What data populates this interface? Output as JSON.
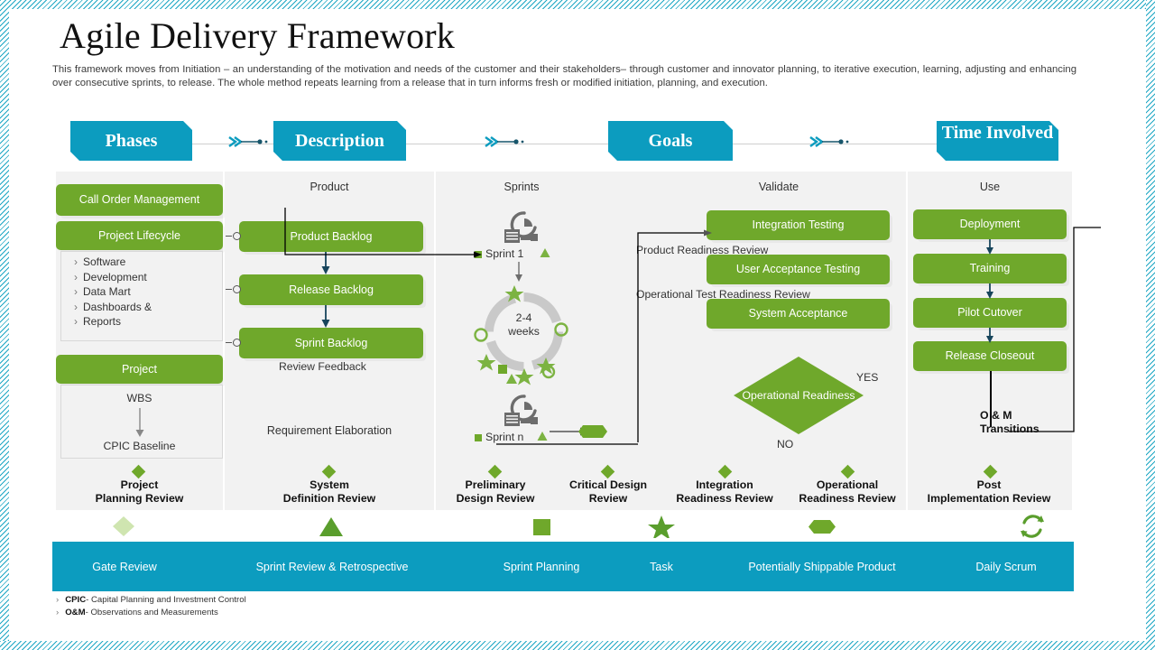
{
  "title": "Agile Delivery Framework",
  "subtitle": "This framework moves from Initiation – an understanding of the motivation and needs of the customer and their stakeholders– through customer and innovator planning, to iterative execution, learning, adjusting and enhancing over consecutive sprints, to release. The whole method repeats learning from a release that in turn informs fresh or modified initiation, planning, and execution.",
  "colors": {
    "teal": "#0c9cbf",
    "green": "#6fa82b",
    "panel": "#f2f2f2",
    "arrow_navy": "#17455c"
  },
  "banners": [
    {
      "label": "Phases"
    },
    {
      "label": "Description"
    },
    {
      "label": "Goals"
    },
    {
      "label": "Time Involved"
    }
  ],
  "columns": {
    "phases": {
      "boxes": [
        {
          "label": "Call Order Management"
        },
        {
          "label": "Project Lifecycle"
        },
        {
          "label": "Project"
        }
      ],
      "bullets": [
        "Software",
        "Development",
        "Data Mart",
        "Dashboards &",
        "Reports"
      ],
      "wbs": "WBS",
      "cpic_baseline": "CPIC Baseline",
      "review": "Project\nPlanning Review"
    },
    "description": {
      "head": "Product",
      "boxes": [
        {
          "label": "Product Backlog"
        },
        {
          "label": "Release Backlog"
        },
        {
          "label": "Sprint Backlog"
        }
      ],
      "feedback_label": "Review Feedback",
      "requirement_label": "Requirement Elaboration",
      "review": "System\nDefinition Review"
    },
    "goals": {
      "sprints_head": "Sprints",
      "validate_head": "Validate",
      "sprint_1": "Sprint 1",
      "sprint_n": "Sprint n",
      "cycle_duration": "2-4\nweeks",
      "boxes": [
        {
          "label": "Integration Testing"
        },
        {
          "label": "User Acceptance Testing"
        },
        {
          "label": "System Acceptance"
        }
      ],
      "product_readiness_review": "Product Readiness Review",
      "operational_test_readiness_review": "Operational Test Readiness Review",
      "decision": "Operational Readiness",
      "decision_yes": "YES",
      "decision_no": "NO",
      "reviews": [
        "Preliminary\nDesign Review",
        "Critical Design\nReview",
        "Integration\nReadiness Review",
        "Operational\nReadiness Review"
      ]
    },
    "time_involved": {
      "head": "Use",
      "boxes": [
        {
          "label": "Deployment"
        },
        {
          "label": "Training"
        },
        {
          "label": "Pilot Cutover"
        },
        {
          "label": "Release Closeout"
        }
      ],
      "om_transitions": "O & M\nTransitions",
      "review": "Post\nImplementation Review"
    }
  },
  "legend": [
    {
      "label": "Gate Review",
      "icon": "diamond-icon"
    },
    {
      "label": "Sprint Review & Retrospective",
      "icon": "triangle-icon"
    },
    {
      "label": "Sprint Planning",
      "icon": "square-icon"
    },
    {
      "label": "Task",
      "icon": "star-icon"
    },
    {
      "label": "Potentially Shippable Product",
      "icon": "hexagon-pill-icon"
    },
    {
      "label": "Daily Scrum",
      "icon": "refresh-cycle-icon"
    }
  ],
  "footnotes": [
    {
      "abbr": "CPIC",
      "text": "- Capital Planning and Investment Control"
    },
    {
      "abbr": "O&M",
      "text": "- Observations and Measurements"
    }
  ]
}
